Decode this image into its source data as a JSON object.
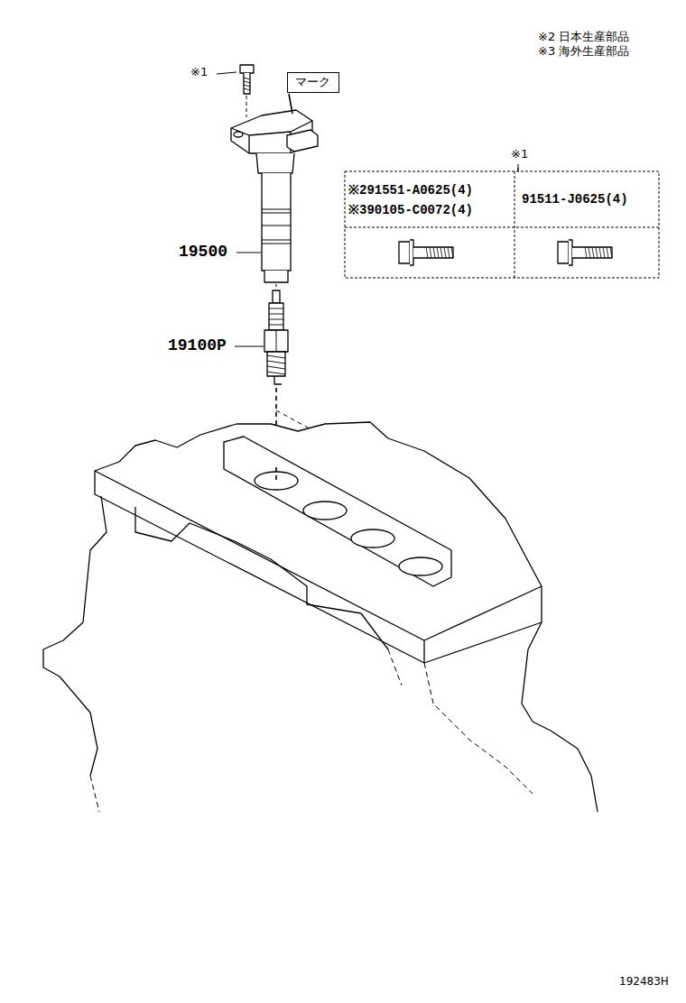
{
  "diagram": {
    "nodes": [
      {
        "text": [
          "マーク"
        ]
      }
    ],
    "edges": [],
    "labels": [
      "※2 日本生産部品",
      "※3 海外生産部品",
      "※1",
      "※1",
      "※291551-A0625(4)",
      "※390105-C0072(4)",
      "91511-J0625(4)",
      "19500",
      "19100P",
      "192483H"
    ]
  }
}
